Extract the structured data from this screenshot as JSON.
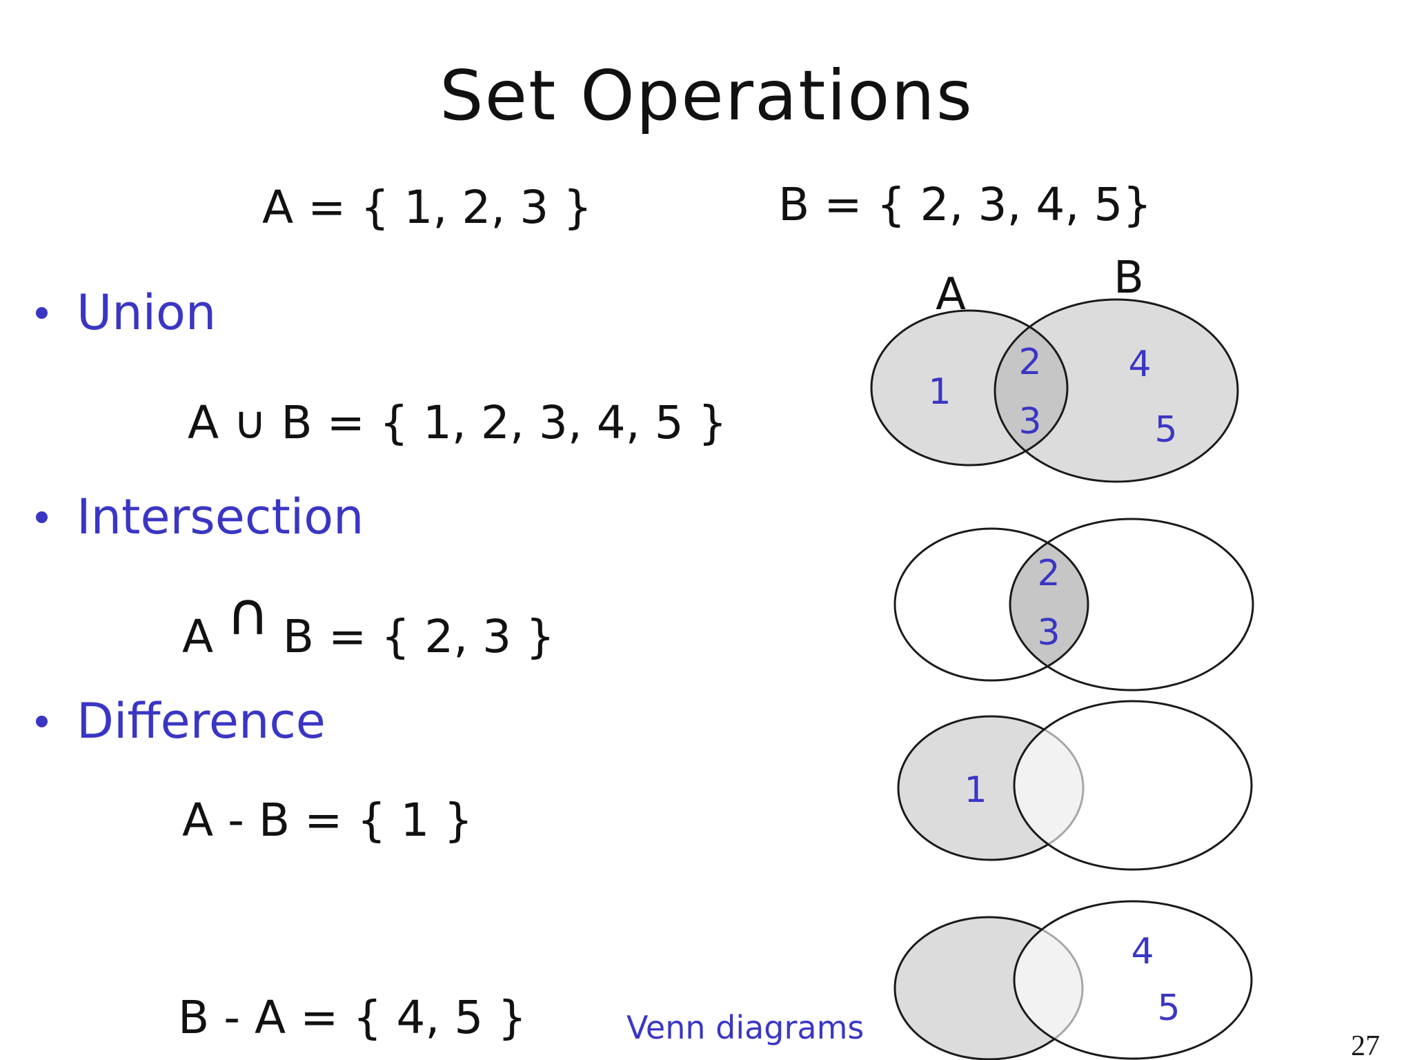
{
  "title": "Set Operations",
  "definitions": {
    "set_a": "A = { 1, 2, 3 }",
    "set_b": "B = { 2, 3, 4, 5}"
  },
  "sections": {
    "union": {
      "label": "Union",
      "formula": "A ∪ B = { 1, 2, 3, 4, 5 }"
    },
    "intersection": {
      "label": "Intersection",
      "formula_left": "A",
      "formula_symbol": "∩",
      "formula_right": "B = { 2, 3 }"
    },
    "difference": {
      "label": "Difference",
      "formula_a_minus_b": "A - B = { 1 }",
      "formula_b_minus_a": "B - A = { 4, 5 }"
    }
  },
  "venn": {
    "caption": "Venn diagrams",
    "union": {
      "set_label_a": "A",
      "set_label_b": "B",
      "region_a": "1",
      "region_ab_1": "2",
      "region_ab_2": "3",
      "region_b_1": "4",
      "region_b_2": "5"
    },
    "intersection": {
      "region_ab_1": "2",
      "region_ab_2": "3"
    },
    "a_minus_b": {
      "region_a": "1"
    },
    "b_minus_a": {
      "region_b_1": "4",
      "region_b_2": "5"
    }
  },
  "page_number": "27",
  "colors": {
    "text_blue": "#3a36c4",
    "text_black": "#111111",
    "ellipse_fill_gray": "#dcdcdc",
    "overlap_dark_gray": "#c6c6c6",
    "overlap_light_gray": "#ececec",
    "outline_black": "#1a1a1a"
  }
}
